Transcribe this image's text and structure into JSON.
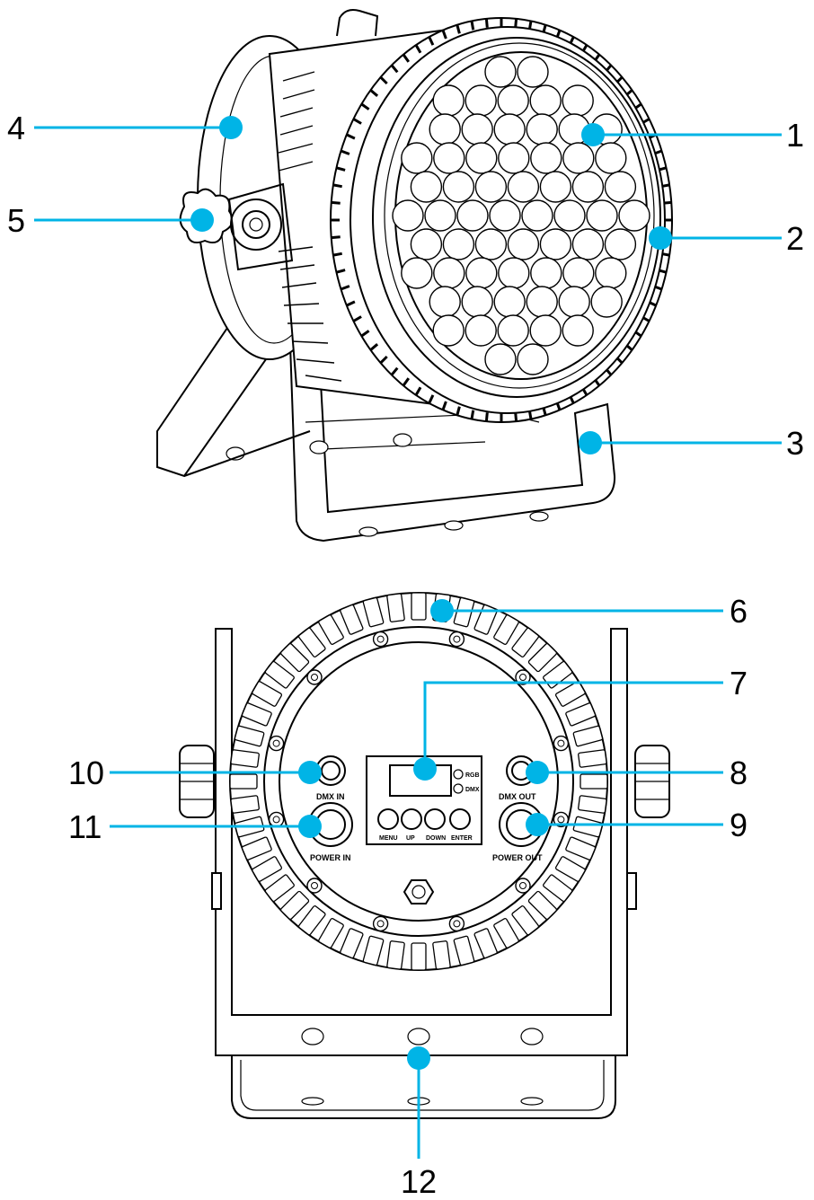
{
  "colors": {
    "callout": "#00b4e6",
    "line": "#000000",
    "background": "#ffffff"
  },
  "callouts": [
    {
      "number": "1"
    },
    {
      "number": "2"
    },
    {
      "number": "3"
    },
    {
      "number": "4"
    },
    {
      "number": "5"
    },
    {
      "number": "6"
    },
    {
      "number": "7"
    },
    {
      "number": "8"
    },
    {
      "number": "9"
    },
    {
      "number": "10"
    },
    {
      "number": "11"
    },
    {
      "number": "12"
    }
  ],
  "rear_panel": {
    "dmx_in": "DMX IN",
    "dmx_out": "DMX OUT",
    "power_in": "POWER IN",
    "power_out": "POWER OUT",
    "indicator_1": "RGB",
    "indicator_2": "DMX",
    "buttons": [
      "MENU",
      "UP",
      "DOWN",
      "ENTER"
    ]
  }
}
